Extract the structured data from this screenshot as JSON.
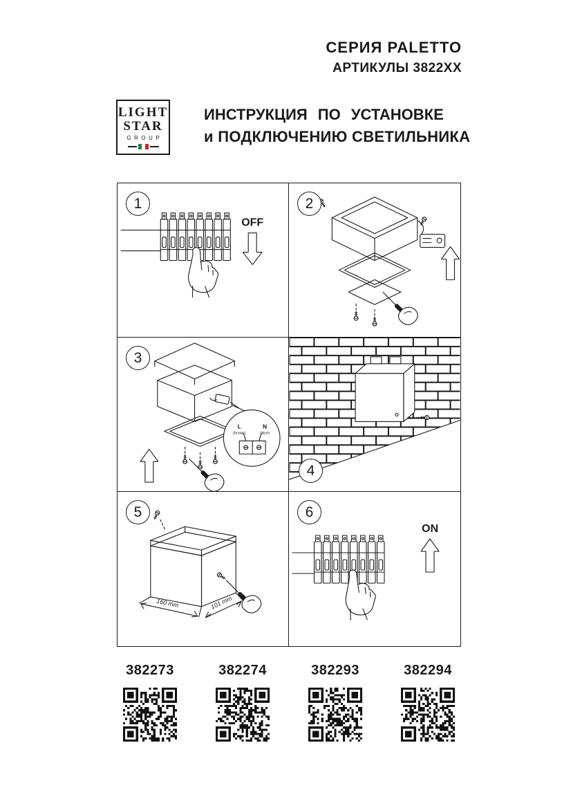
{
  "header": {
    "series_title": "СЕРИЯ PALETTO",
    "articles_subtitle": "АРТИКУЛЫ 3822XX",
    "logo": {
      "word1": "LIGHT",
      "word2": "STAR",
      "word3": "GROUP"
    },
    "title_line1": "ИНСТРУКЦИЯ ПО УСТАНОВКЕ",
    "title_line2": "и ПОДКЛЮЧЕНИЮ СВЕТИЛЬНИКА"
  },
  "steps": [
    {
      "number": "1",
      "breaker_label": "OFF"
    },
    {
      "number": "2"
    },
    {
      "number": "3",
      "terminal": {
        "l": "L",
        "l_color": "(brown)",
        "n": "N",
        "n_color": "(blue)"
      }
    },
    {
      "number": "4"
    },
    {
      "number": "5",
      "dimensions": {
        "width": "160 mm",
        "depth": "101 mm"
      }
    },
    {
      "number": "6",
      "breaker_label": "ON"
    }
  ],
  "articles": [
    "382273",
    "382274",
    "382293",
    "382294"
  ],
  "colors": {
    "ink": "#1a1a1a",
    "flag_green": "#2d7d46",
    "flag_white": "#ffffff",
    "flag_red": "#c3272b"
  }
}
